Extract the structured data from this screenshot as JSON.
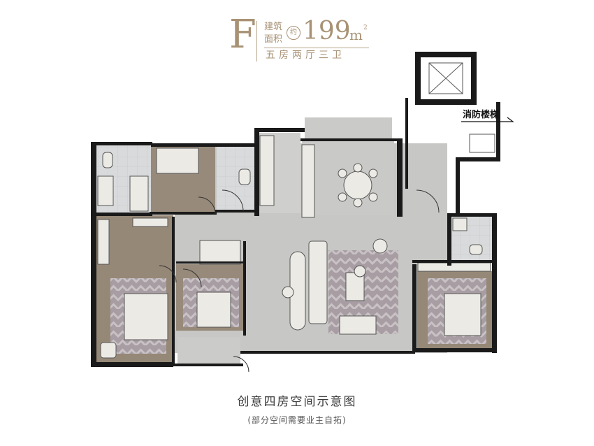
{
  "header": {
    "unit_letter": "F",
    "area_label_line1": "建筑",
    "area_label_line2": "面积",
    "approx_mark": "约",
    "area_value": "199",
    "area_unit": "m",
    "area_unit_sup": "2",
    "layout_type": "五房两厅三卫"
  },
  "plan": {
    "stair_label": "消防楼梯",
    "colors": {
      "wall": "#1a1a1a",
      "living_floor": "#c8c8c6",
      "wood_floor": "#9a8c7c",
      "rug": "#a89ea4",
      "tile": "#d9dadb",
      "furniture": "#ece9e4",
      "brand": "#a89275"
    }
  },
  "footer": {
    "caption": "创意四房空间示意图",
    "subcaption": "(部分空间需要业主自拓)"
  }
}
